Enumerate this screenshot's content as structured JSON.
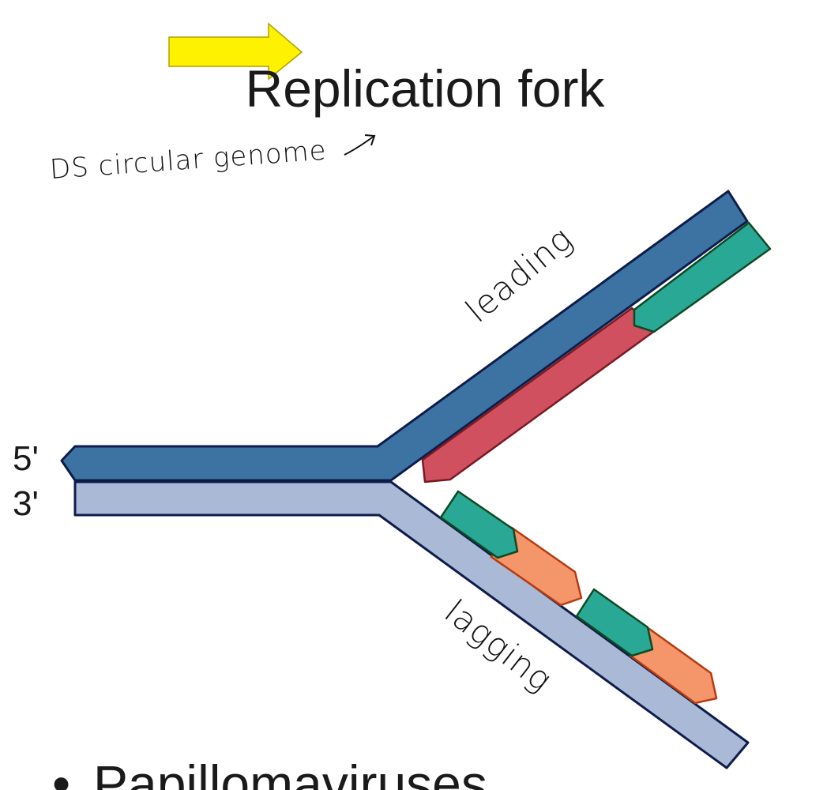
{
  "title": "Replication fork",
  "annotations": {
    "genome_note": "DS circular genome",
    "leading_note": "leading",
    "lagging_note": "lagging"
  },
  "strand_labels": {
    "top": "5'",
    "bottom": "3'"
  },
  "bullet": {
    "marker": "•",
    "text": "Papillomaviruses"
  },
  "colors": {
    "template_top": "#3c73a3",
    "template_bottom": "#a9b9d6",
    "new_leading": "#d05060",
    "primer": "#2aa896",
    "okazaki": "#f4956a",
    "outline": "#0e1c4a",
    "highlight_arrow": "#fff200"
  }
}
